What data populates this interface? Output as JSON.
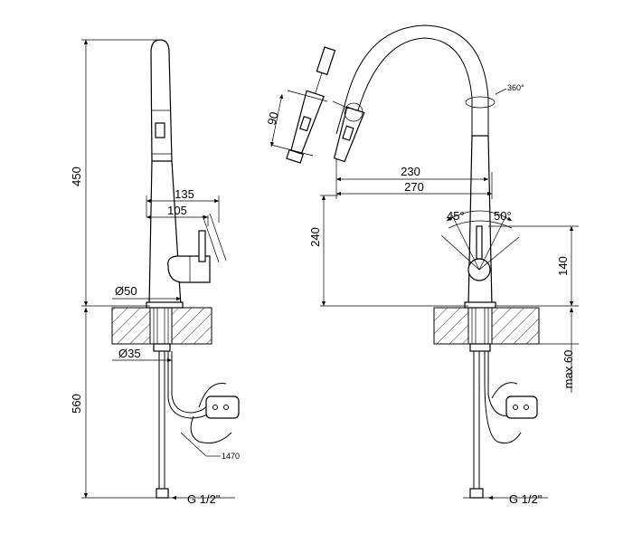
{
  "dims": {
    "height_total": "450",
    "below_counter": "560",
    "reach_135": "135",
    "reach_105": "105",
    "base_diameter": "Ø50",
    "hole_diameter": "Ø35",
    "hose_length": "1470",
    "thread_left": "G 1/2\"",
    "thread_right": "G 1/2\"",
    "spray_length": "90",
    "spout_rotation": "360°",
    "spout_reach_230": "230",
    "spout_reach_270": "270",
    "height_240": "240",
    "angle_left": "45°",
    "angle_right": "50°",
    "height_140": "140",
    "counter_max": "max 60"
  }
}
